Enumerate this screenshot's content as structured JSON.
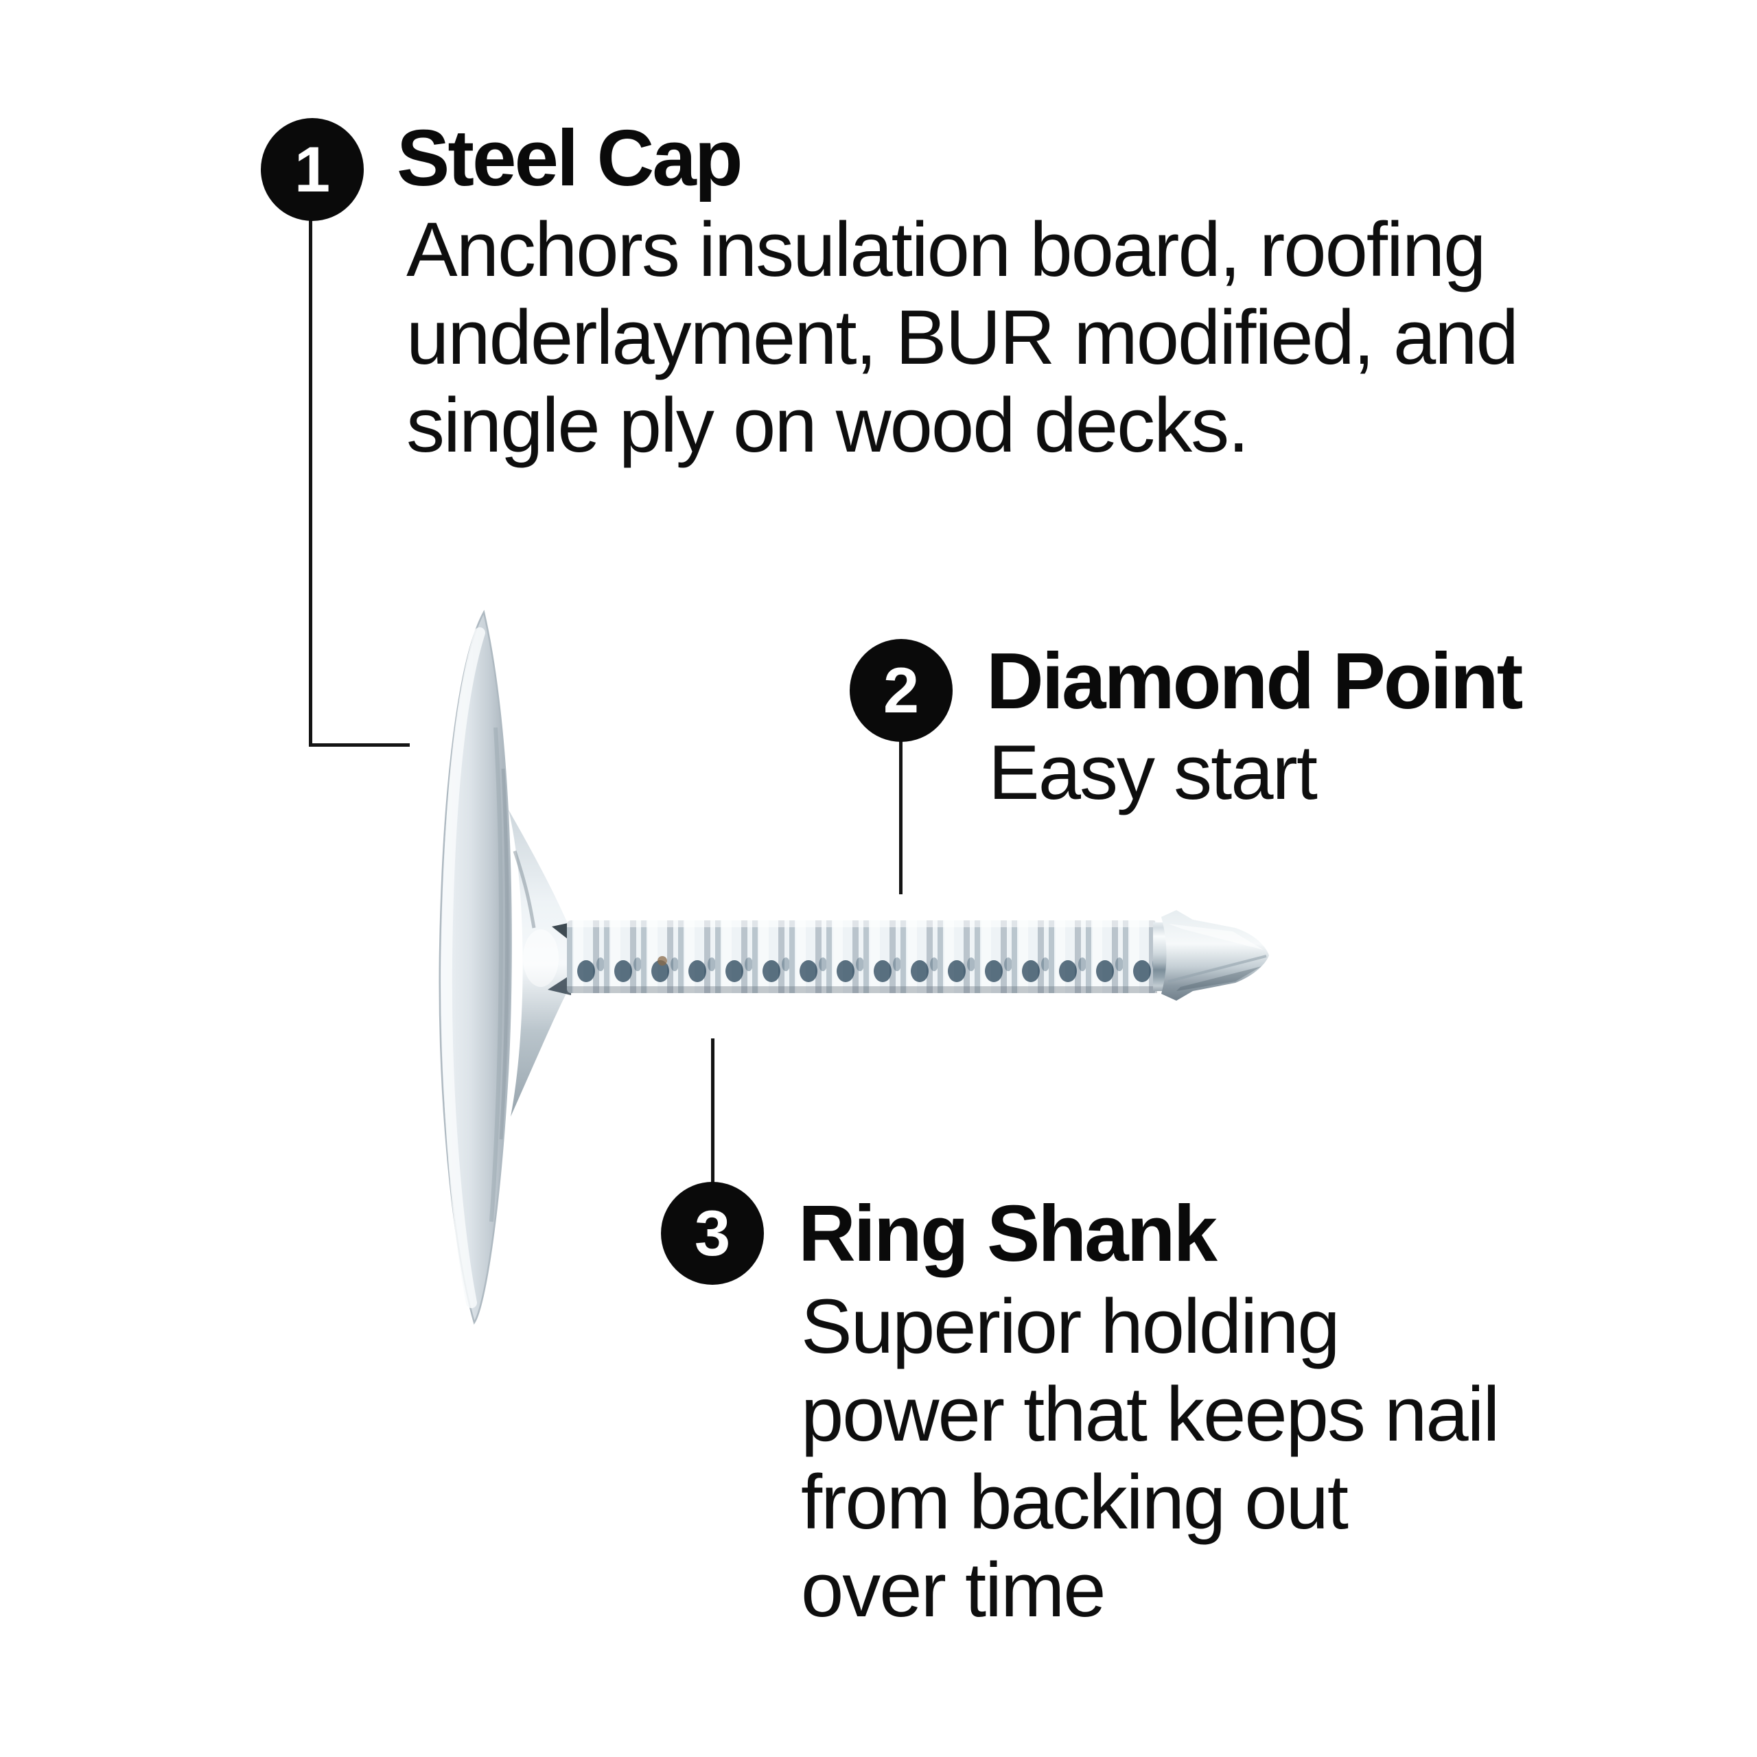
{
  "page": {
    "background": "#ffffff",
    "text_color": "#0a0a0a",
    "marker_color": "#0a0a0a",
    "leader_line_color": "#141414"
  },
  "callouts": [
    {
      "number": "1",
      "title": "Steel Cap",
      "lines": [
        "Anchors insulation board, roofing",
        "underlayment, BUR modified, and",
        "single ply on wood decks."
      ]
    },
    {
      "number": "2",
      "title": "Diamond Point",
      "lines": [
        "Easy start"
      ]
    },
    {
      "number": "3",
      "title": "Ring Shank",
      "lines": [
        "Superior holding",
        "power that keeps nail",
        "from backing out",
        "over time"
      ]
    }
  ],
  "figure": {
    "subject": "galvanized steel cap roofing nail, side view",
    "parts": [
      "steel-cap",
      "funnel-collar",
      "ring-shank",
      "diamond-point"
    ],
    "colors": {
      "metal_highlight": "#f4f7f9",
      "metal_mid": "#c9d2d8",
      "metal_shadow": "#8c98a1",
      "ring_groove": "#7a8d99",
      "ring_spot": "#1e3c52",
      "rust_speck": "#8a6b4a"
    }
  }
}
